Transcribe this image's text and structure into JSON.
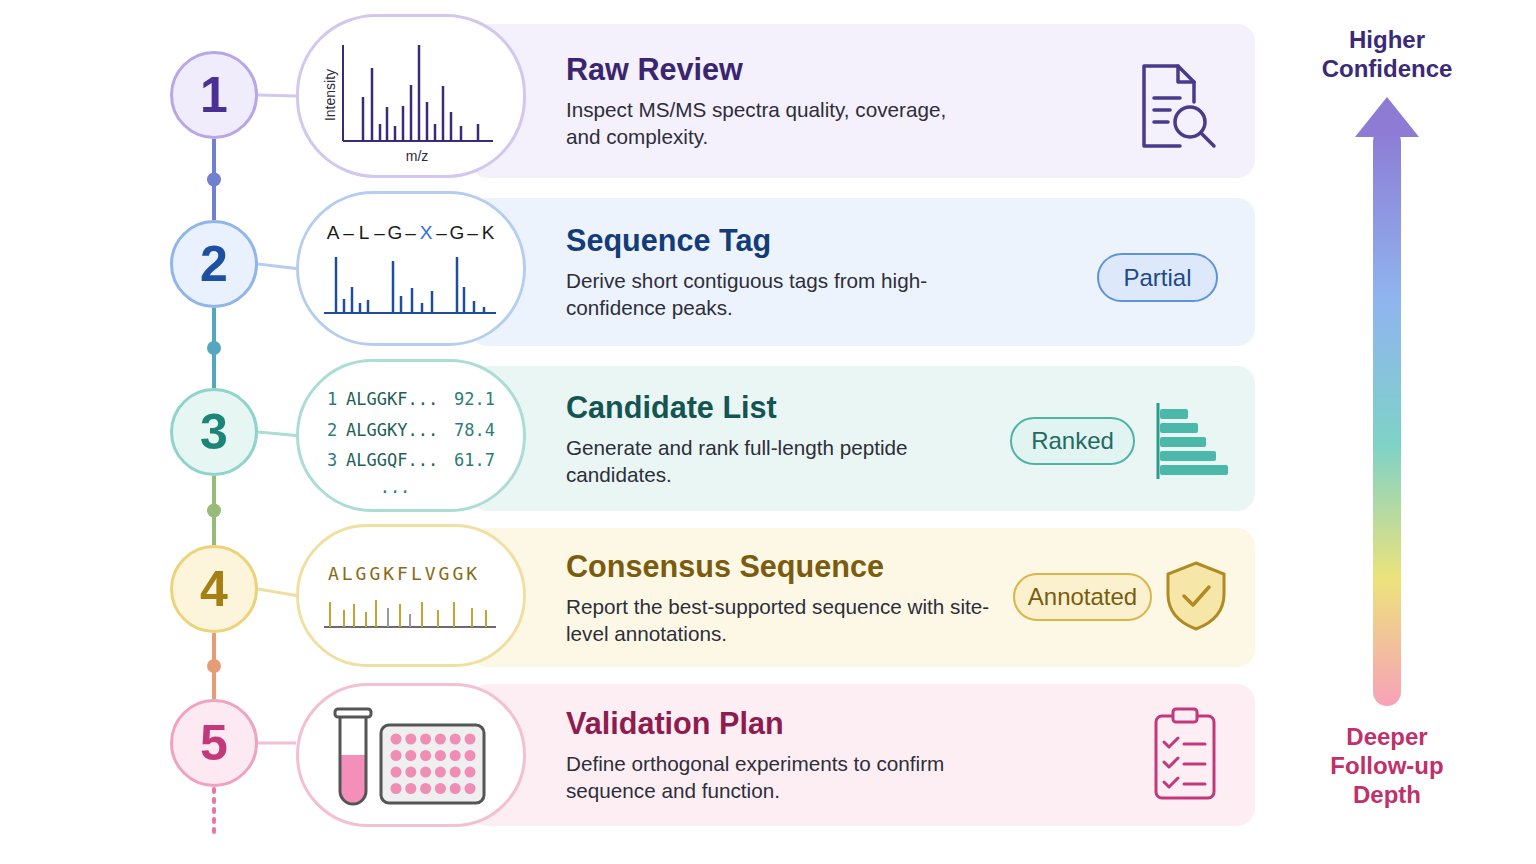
{
  "diagram": {
    "nodes": [
      {
        "text": [
          "1"
        ]
      },
      {
        "text": [
          "Intensity",
          "m/z"
        ]
      },
      {
        "text": [
          "Raw Review",
          "Inspect MS/MS spectra quality, coverage, and complexity."
        ]
      },
      {
        "text": [
          "2"
        ]
      },
      {
        "text": [
          "A",
          "–",
          "L",
          "–",
          "G",
          "–",
          "X",
          "–",
          "G",
          "–",
          "K"
        ]
      },
      {
        "text": [
          "Sequence Tag",
          "Derive short contiguous tags from high-confidence peaks."
        ]
      },
      {
        "text": [
          "Partial"
        ],
        "in": 5
      },
      {
        "text": [
          "3"
        ]
      },
      {
        "text": [
          "1",
          "ALGGKF...",
          "92.1",
          "2",
          "ALGGKY...",
          "78.4",
          "3",
          "ALGGQF...",
          "61.7",
          "..."
        ]
      },
      {
        "text": [
          "Candidate List",
          "Generate and rank full-length peptide candidates."
        ]
      },
      {
        "text": [
          "Ranked"
        ],
        "in": 9
      },
      {
        "text": [
          "4"
        ]
      },
      {
        "text": [
          "ALGGKFLVGGK"
        ]
      },
      {
        "text": [
          "Consensus Sequence",
          "Report the best-supported sequence with site-level annotations."
        ]
      },
      {
        "text": [
          "Annotated"
        ],
        "in": 13
      },
      {
        "text": [
          "5"
        ]
      },
      {
        "text": [
          "Validation Plan",
          "Define orthogonal experiments to confirm sequence and function."
        ]
      }
    ],
    "edges": [
      {
        "from": 0,
        "to": 3,
        "arrow": "none"
      },
      {
        "from": 3,
        "to": 7,
        "arrow": "none"
      },
      {
        "from": 7,
        "to": 11,
        "arrow": "none"
      },
      {
        "from": 11,
        "to": 15,
        "arrow": "none"
      },
      {
        "from": 0,
        "to": 1,
        "arrow": "none"
      },
      {
        "from": 3,
        "to": 4,
        "arrow": "none"
      },
      {
        "from": 7,
        "to": 8,
        "arrow": "none"
      },
      {
        "from": 11,
        "to": 12,
        "arrow": "none"
      }
    ],
    "labels": [
      "Higher Confidence",
      "Deeper Follow-up Depth"
    ]
  }
}
